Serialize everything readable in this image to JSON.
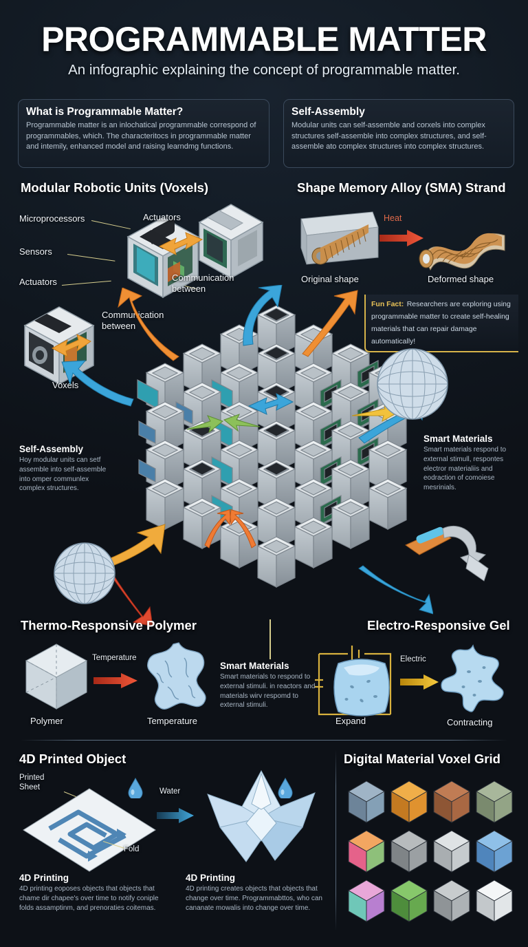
{
  "header": {
    "title": "PROGRAMMABLE MATTER",
    "subtitle": "An infographic explaining the concept of programmable matter."
  },
  "intro_cards": [
    {
      "title": "What is Programmable Matter?",
      "body": "Programmable matter is an inlochatical programmable correspond of programmables, which. The characteritocs in programmable matter and intemily, enhanced model and raising learndmg functions."
    },
    {
      "title": "Self-Assembly",
      "body": "Modular units can self-assemble and corxels into complex structures self-assemble into complex structures, and self-assemble ato complex structures into complex structures."
    }
  ],
  "sections": {
    "modular": {
      "title": "Modular Robotic Units (Voxels)",
      "labels": {
        "microprocessors": "Microprocessors",
        "sensors": "Sensors",
        "actuators_left": "Actuators",
        "actuators_right": "Actuators",
        "communication_1": "Communication\nbetween",
        "communication_2": "Communication\nbetween",
        "voxels": "Voxels"
      }
    },
    "sma": {
      "title": "Shape Memory Alloy (SMA) Strand",
      "arrow_label": "Heat",
      "left_caption": "Original shape",
      "right_caption": "Deformed shape"
    },
    "fun_fact": {
      "label": "Fun Fact:",
      "body": "Researchers are exploring using programmable matter to create self-healing materials that can repair damage automatically!"
    },
    "self_assembly": {
      "title": "Self-Assembly",
      "body": "Hoy modular units can setf assemble into self-assemble into omper communlex complex structures."
    },
    "smart_materials_right": {
      "title": "Smart Materials",
      "body": "Smart materials respond to external stimull, respontes electror materialiis and eodraction of comoiese mesrinials."
    },
    "thermo": {
      "title": "Thermo-Responsive Polymer",
      "arrow_label": "Temperature",
      "left_caption": "Polymer",
      "right_caption": "Temperature"
    },
    "smart_materials_center": {
      "title": "Smart Materials",
      "body": "Smart materials to respond to external stimuli. in reactors and materials wirv respomd to external stimuli."
    },
    "electro": {
      "title": "Electro-Responsive Gel",
      "arrow_label": "Electric",
      "left_caption": "Expand",
      "right_caption": "Contracting"
    },
    "printed": {
      "title": "4D Printed Object",
      "label_sheet": "Printed\nSheet",
      "label_fold": "Fold",
      "arrow_label": "Water",
      "note_left": {
        "title": "4D Printing",
        "body": "4D printing eoposes objects that objects that chame dir chapee's over time to notify coniple folds assamptinm, and prenoraties coitemas."
      },
      "note_right": {
        "title": "4D Printing",
        "body": "4D printing creates objects that objects that change over time. Programmabttos, who can cananate mowalis into change over time."
      }
    },
    "voxel_grid": {
      "title": "Digital Material Voxel Grid",
      "cubes": [
        {
          "name": "steel-blue-voxel",
          "top": "#9fb4c6",
          "left": "#6d8499",
          "right": "#84a0b6"
        },
        {
          "name": "orange-voxel",
          "top": "#f0ae49",
          "left": "#c47a21",
          "right": "#e0922f"
        },
        {
          "name": "copper-grain-voxel",
          "top": "#c07c54",
          "left": "#8e5635",
          "right": "#a96843"
        },
        {
          "name": "sage-green-voxel",
          "top": "#a8b79b",
          "left": "#7a8a6e",
          "right": "#93a486"
        },
        {
          "name": "rainbow-voxel",
          "top": "#f2a661",
          "left": "#e5628a",
          "right": "#8ec07a"
        },
        {
          "name": "gray-stone-voxel",
          "top": "#b7bbbd",
          "left": "#7f8487",
          "right": "#9ba0a3"
        },
        {
          "name": "white-speckle-voxel",
          "top": "#dfe3e5",
          "left": "#a9aeb1",
          "right": "#c6cbce"
        },
        {
          "name": "blue-pattern-voxel",
          "top": "#8fc0e8",
          "left": "#4f85bc",
          "right": "#6ca2d3"
        },
        {
          "name": "magenta-gradient-voxel",
          "top": "#e8a7d8",
          "left": "#6fc7b8",
          "right": "#b87fd0"
        },
        {
          "name": "green-voxel",
          "top": "#87c86b",
          "left": "#4e8d3c",
          "right": "#67a94f"
        },
        {
          "name": "granite-voxel",
          "top": "#c8ccce",
          "left": "#8f9497",
          "right": "#adb2b5"
        },
        {
          "name": "plain-white-voxel",
          "top": "#f4f6f7",
          "left": "#c3c8cb",
          "right": "#e2e6e8"
        }
      ]
    }
  },
  "colors": {
    "background": "#0d1117",
    "accent_gold": "#d7b44a",
    "arrow_orange": "#f0912f",
    "arrow_blue": "#3aa3d8",
    "arrow_red": "#e04a30",
    "arrow_yellow": "#f5c33a",
    "arrow_green": "#8cc05a"
  }
}
